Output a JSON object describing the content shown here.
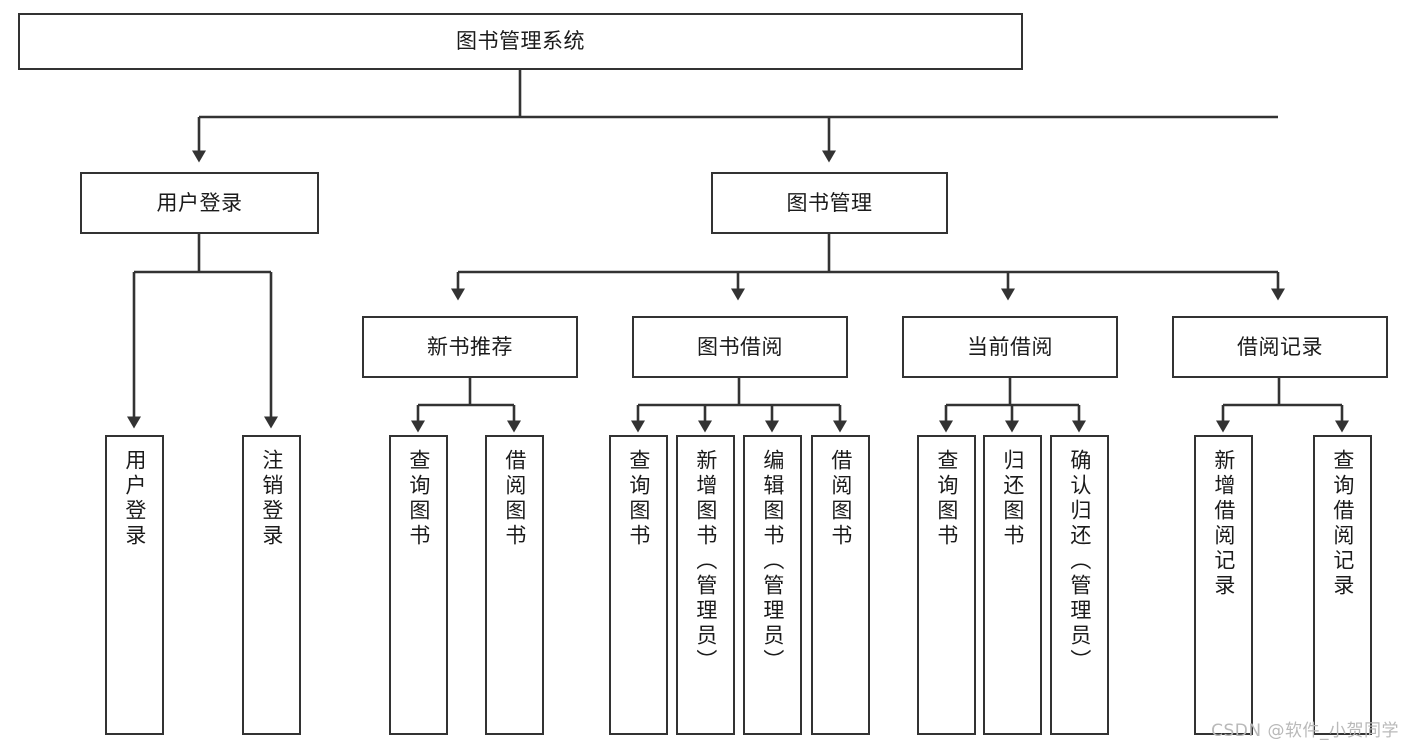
{
  "diagram": {
    "type": "tree",
    "title": "图书管理系统",
    "root": {
      "label": "图书管理系统"
    },
    "level1": [
      {
        "label": "用户登录"
      },
      {
        "label": "图书管理"
      }
    ],
    "level2": [
      {
        "label": "新书推荐"
      },
      {
        "label": "图书借阅"
      },
      {
        "label": "当前借阅"
      },
      {
        "label": "借阅记录"
      }
    ],
    "leaves": {
      "user_login": [
        {
          "label": "用户登录"
        },
        {
          "label": "注销登录"
        }
      ],
      "new_book_recommend": [
        {
          "label": "查询图书"
        },
        {
          "label": "借阅图书"
        }
      ],
      "book_borrow": [
        {
          "label": "查询图书"
        },
        {
          "label": "新增图书（管理员）"
        },
        {
          "label": "编辑图书（管理员）"
        },
        {
          "label": "借阅图书"
        }
      ],
      "current_borrow": [
        {
          "label": "查询图书"
        },
        {
          "label": "归还图书"
        },
        {
          "label": "确认归还（管理员）"
        }
      ],
      "borrow_record": [
        {
          "label": "新增借阅记录"
        },
        {
          "label": "查询借阅记录"
        }
      ]
    },
    "watermark": "CSDN @软件_小贺同学",
    "colors": {
      "border": "#333333",
      "background": "#ffffff",
      "text": "#1b1b1b",
      "watermark": "#b9b9b9"
    }
  }
}
